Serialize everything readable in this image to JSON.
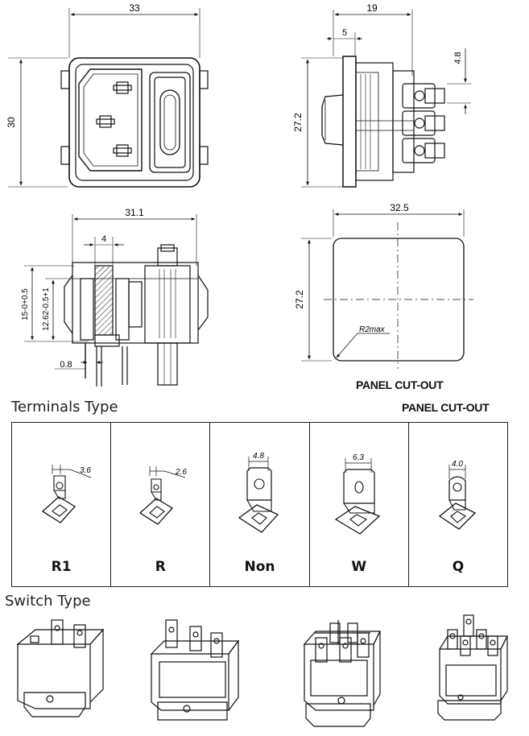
{
  "drawings": {
    "front_view": {
      "width_dim": "33",
      "height_dim": "30"
    },
    "side_view": {
      "width_dim": "19",
      "flange_dim": "5",
      "pitch_dim": "4.8",
      "height_dim": "27.2"
    },
    "section_view": {
      "width_dim": "31.1",
      "wall_dim": "4",
      "height_dim_outer": "15-0+0.5",
      "height_dim_inner": "12.62-0.5+1",
      "pin_dim": "0.8"
    },
    "cutout_view": {
      "width_dim": "32.5",
      "height_dim": "27.2",
      "radius_label": "R2max",
      "label": "PANEL CUT-OUT"
    }
  },
  "panel_cutout_label_2": "PANEL CUT-OUT",
  "terminals": {
    "title": "Terminals Type",
    "items": [
      {
        "code": "R1",
        "dim": "3.6"
      },
      {
        "code": "R",
        "dim": "2.6"
      },
      {
        "code": "Non",
        "dim": "4.8"
      },
      {
        "code": "W",
        "dim": "6.3"
      },
      {
        "code": "Q",
        "dim": "4.0"
      }
    ]
  },
  "switches": {
    "title": "Switch Type"
  }
}
